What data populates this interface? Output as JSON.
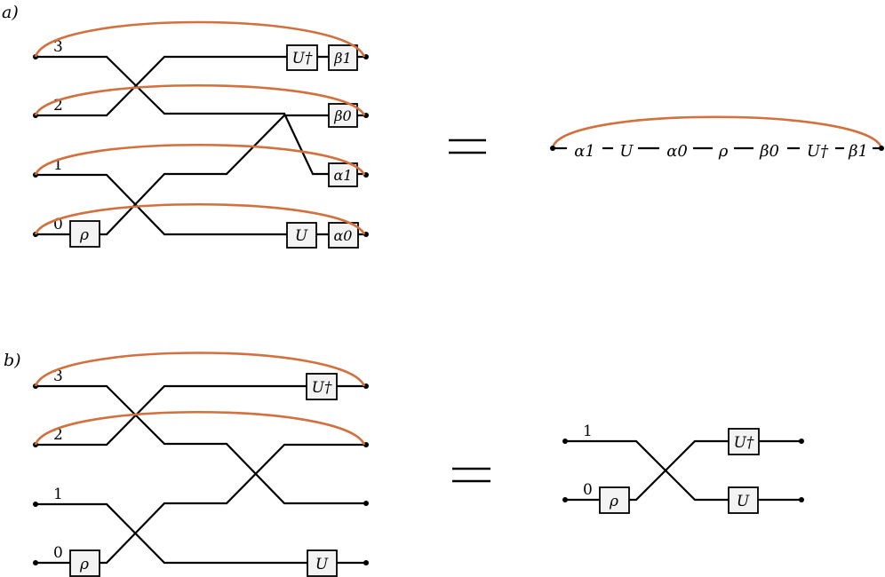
{
  "panel_a": {
    "label": "a)",
    "wire_labels": [
      "3",
      "2",
      "1",
      "0"
    ],
    "gates": {
      "udag": "U†",
      "beta1": "β1",
      "beta0": "β0",
      "alpha1": "α1",
      "rho": "ρ",
      "u": "U",
      "alpha0": "α0"
    },
    "rhs_chain": [
      "α1",
      "U",
      "α0",
      "ρ",
      "β0",
      "U†",
      "β1"
    ]
  },
  "panel_b": {
    "label": "b)",
    "wire_labels": [
      "3",
      "2",
      "1",
      "0"
    ],
    "gates": {
      "udag": "U†",
      "rho": "ρ",
      "u": "U"
    },
    "rhs_wire_labels": [
      "1",
      "0"
    ],
    "rhs_gates": {
      "udag": "U†",
      "rho": "ρ",
      "u": "U"
    }
  },
  "colors": {
    "arc": "#d2703e",
    "wire": "#000000",
    "gate_fill": "#f3f3f3"
  }
}
